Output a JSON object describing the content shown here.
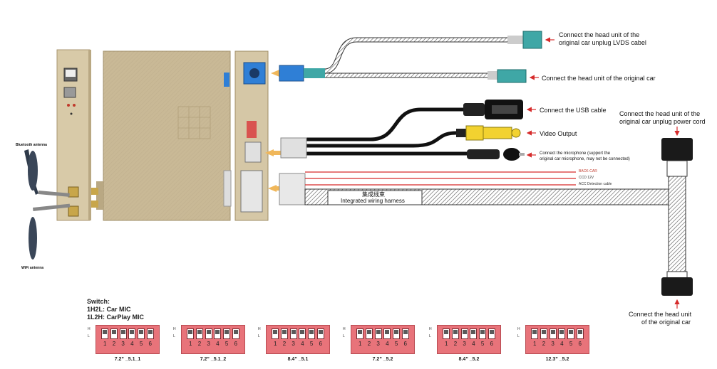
{
  "labels": {
    "lvds": [
      "Connect the head unit of the",
      "original car unplug LVDS cabel"
    ],
    "head_unit": "Connect the head unit of the original car",
    "usb": "Connect the USB cable",
    "video": "Video Output",
    "mic": [
      "Connect the microphone (support the",
      "original car microphone, may not be connected)"
    ],
    "power_cord": [
      "Connect the head unit of the",
      "original car unplug power cord"
    ],
    "back_car": "BACK-CAR",
    "ccd": "CCD 12V",
    "acc": "ACC Detection cable",
    "harness_cn": "集成线束",
    "harness_en": "Integrated wiring harness",
    "bottom_head_unit": [
      "Connect the head unit",
      "of the original car"
    ],
    "bluetooth": "Bluetooth antenna",
    "wifi": "WiFi antenna"
  },
  "switch": {
    "title": "Switch:",
    "line1": "1H2L: Car MIC",
    "line2": "1L2H: CarPlay MIC",
    "h": "H",
    "l": "L",
    "positions": [
      "1",
      "2",
      "3",
      "4",
      "5",
      "6"
    ],
    "captions": [
      "7.2” _5.1_1",
      "7.2” _5.1_2",
      "8.4” _5.1",
      "7.2” _5.2",
      "8.4” _5.2",
      "12.3” _5.2"
    ]
  },
  "colors": {
    "box": "#d3c4a3",
    "box_dark": "#b9a883",
    "dip": "#e8737a",
    "arrow": "#f0b75a",
    "usb_blue": "#2f7fd6",
    "teal": "#3fa7a6",
    "yellow": "#f2d230",
    "red_wire": "#d62b2b"
  }
}
